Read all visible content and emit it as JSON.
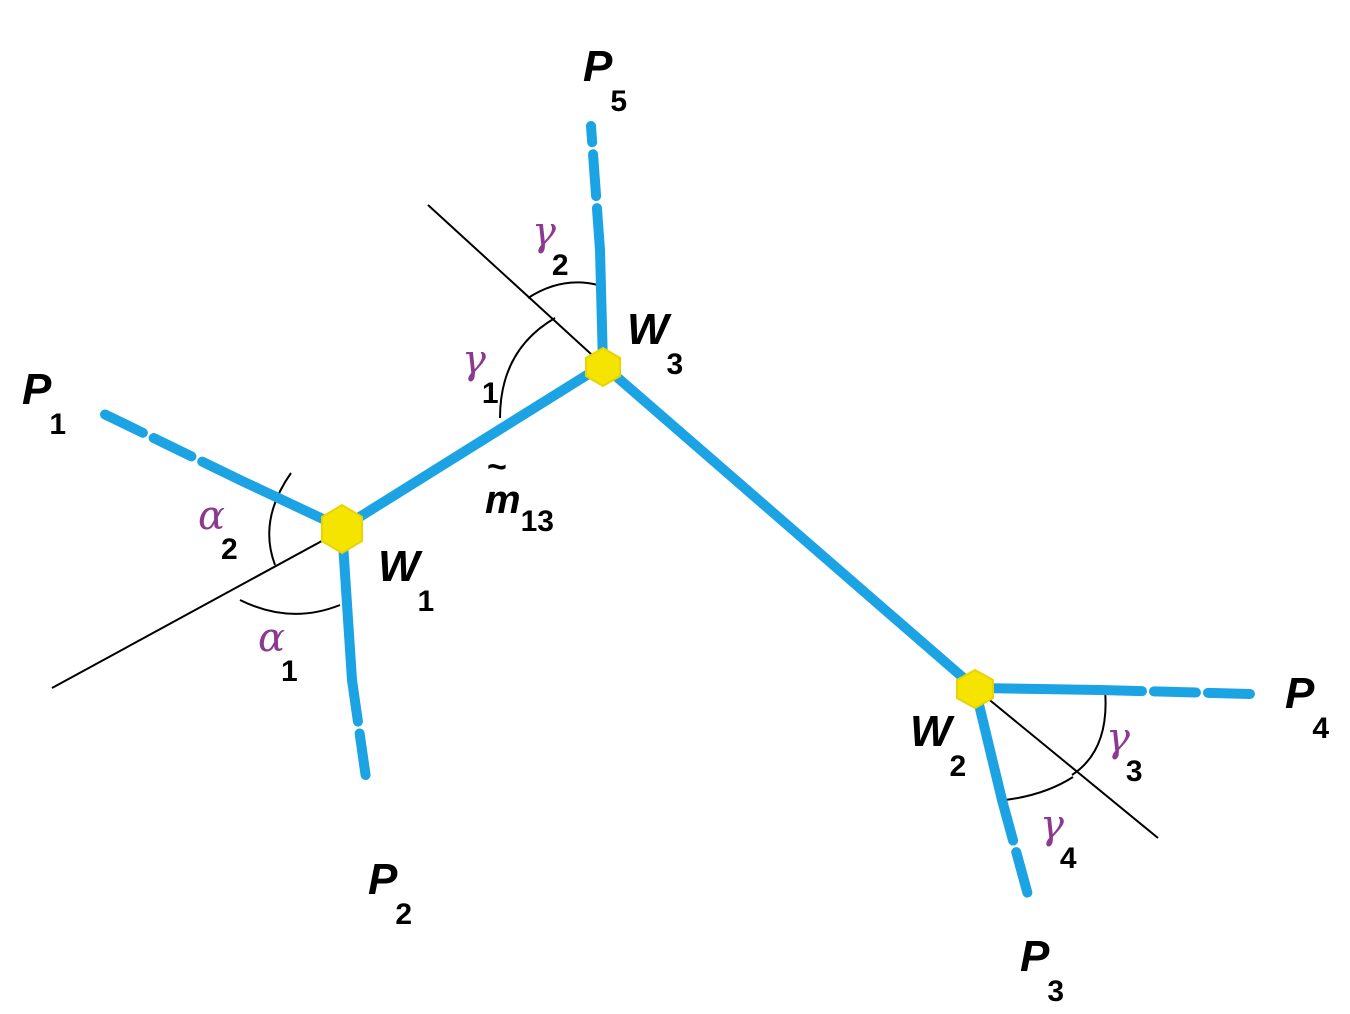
{
  "points": {
    "P1": {
      "name": "P",
      "index": "1"
    },
    "P2": {
      "name": "P",
      "index": "2"
    },
    "P3": {
      "name": "P",
      "index": "3"
    },
    "P4": {
      "name": "P",
      "index": "4"
    },
    "P5": {
      "name": "P",
      "index": "5"
    }
  },
  "nodes": {
    "W1": {
      "name": "W",
      "index": "1"
    },
    "W2": {
      "name": "W",
      "index": "2"
    },
    "W3": {
      "name": "W",
      "index": "3"
    }
  },
  "angles": {
    "alpha1": {
      "symbol": "α",
      "index": "1"
    },
    "alpha2": {
      "symbol": "α",
      "index": "2"
    },
    "gamma1": {
      "symbol": "γ",
      "index": "1"
    },
    "gamma2": {
      "symbol": "γ",
      "index": "2"
    },
    "gamma3": {
      "symbol": "γ",
      "index": "3"
    },
    "gamma4": {
      "symbol": "γ",
      "index": "4"
    }
  },
  "edge_label": {
    "symbol": "m",
    "tilde": "~",
    "index": "13"
  },
  "colors": {
    "edge": "#1ca3e3",
    "node": "#f5e400",
    "angle_label": "#8b3a8f",
    "construction_line": "#000000"
  }
}
